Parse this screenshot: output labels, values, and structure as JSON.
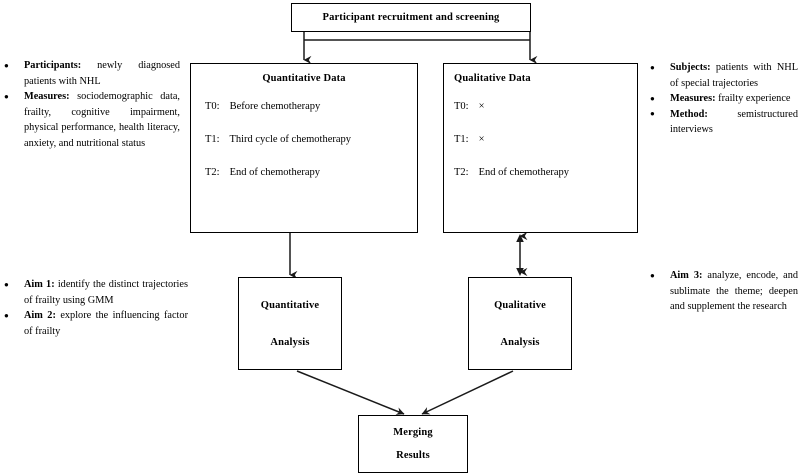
{
  "diagram": {
    "type": "flowchart",
    "title_box": {
      "label": "Participant recruitment and screening"
    },
    "boxes": {
      "quantitative_data": {
        "title": "Quantitative Data",
        "rows": [
          {
            "time": "T0:",
            "text": "Before chemotherapy"
          },
          {
            "time": "T1:",
            "text": "Third cycle of chemotherapy"
          },
          {
            "time": "T2:",
            "text": "End of chemotherapy"
          }
        ]
      },
      "qualitative_data": {
        "title": "Qualitative Data",
        "rows": [
          {
            "time": "T0:",
            "text": "×"
          },
          {
            "time": "T1:",
            "text": "×"
          },
          {
            "time": "T2:",
            "text": "End of chemotherapy"
          }
        ]
      },
      "quantitative_analysis": {
        "line1": "Quantitative",
        "line2": "Analysis"
      },
      "qualitative_analysis": {
        "line1": "Qualitative",
        "line2": "Analysis"
      },
      "merging": {
        "line1": "Merging",
        "line2": "Results"
      }
    },
    "left_column_top": [
      {
        "lead": "Participants:",
        "body": " newly diagnosed patients with NHL"
      },
      {
        "lead": "Measures:",
        "body": " sociodemographic data, frailty, cognitive impairment, physical performance, health literacy, anxiety, and nutritional status"
      }
    ],
    "left_column_bottom": [
      {
        "lead": "Aim 1:",
        "body": " identify the distinct trajectories of frailty using GMM"
      },
      {
        "lead": "Aim 2:",
        "body": " explore the influencing factor of frailty"
      }
    ],
    "right_column_top": [
      {
        "lead": "Subjects:",
        "body": " patients with NHL of special trajectories"
      },
      {
        "lead": "Measures:",
        "body": " frailty experience"
      },
      {
        "lead": "Method:",
        "body": " semistructured interviews"
      }
    ],
    "right_column_bottom": [
      {
        "lead": "Aim 3:",
        "body": " analyze, encode, and sublimate the theme; deepen and supplement the research"
      }
    ],
    "colors": {
      "stroke": "#000000",
      "background": "#ffffff",
      "text": "#000000"
    }
  }
}
